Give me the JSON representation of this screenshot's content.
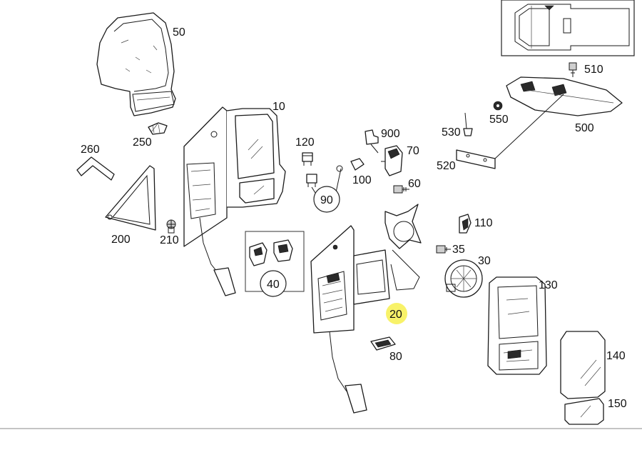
{
  "labels": {
    "p10": "10",
    "p20": "20",
    "p30": "30",
    "p35": "35",
    "p40": "40",
    "p50": "50",
    "p60": "60",
    "p70": "70",
    "p80": "80",
    "p90": "90",
    "p100": "100",
    "p110": "110",
    "p120": "120",
    "p130": "130",
    "p140": "140",
    "p150": "150",
    "p200": "200",
    "p210": "210",
    "p250": "250",
    "p260": "260",
    "p500": "500",
    "p510": "510",
    "p520": "520",
    "p530": "530",
    "p550": "550",
    "p900": "900"
  },
  "highlight": {
    "part": "20",
    "color": "#f7f04f"
  }
}
